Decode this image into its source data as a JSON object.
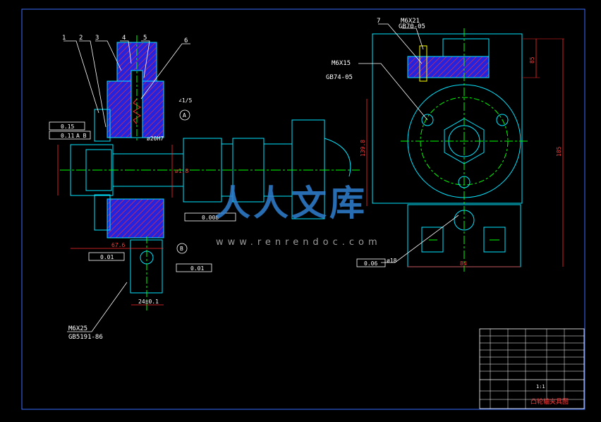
{
  "labels": {
    "part_numbers": [
      "1",
      "2",
      "3",
      "4",
      "5",
      "6",
      "7"
    ],
    "bolt_left_bottom": "M6X25",
    "bolt_left_bottom_std": "GB5191-86",
    "bolt_right_mid": "M6X15",
    "bolt_right_mid_std": "GB74-05",
    "bolt_right_top": "M6X21",
    "bolt_right_top_std": "GB70-05",
    "datum_a": "A",
    "datum_b": "B"
  },
  "tolerances": {
    "sym_a_left": "0.15",
    "runout_ab_left": "0.11",
    "runout_left_ref": "A B",
    "perp_bottom_left": "0.01",
    "perp_bottom_right": "0.01",
    "concentric": "0.008",
    "sym_right": "0.06",
    "angle": "∠1/5"
  },
  "dimensions": {
    "bore": "ø20H7",
    "len_left": "67.6",
    "width_bottom": "24±0.1",
    "shaft_dia": "ø1.8",
    "hole_dia": "ø18",
    "height_right": "139.8",
    "height_top": "85",
    "height_total": "185",
    "width_right": "84"
  },
  "watermark": {
    "main": "人人文库",
    "url": "www.renrendoc.com"
  },
  "title_block": {
    "title": "凸轮轴夹具图",
    "scale": "1:1"
  },
  "colors": {
    "border": "#3a6cff",
    "part": "#00e5ff",
    "section": "#3030ff",
    "hatch": "#ff2020",
    "center": "#00ff00",
    "dim": "#ff2020",
    "text": "#ffffff",
    "bolt": "#ffff00"
  }
}
